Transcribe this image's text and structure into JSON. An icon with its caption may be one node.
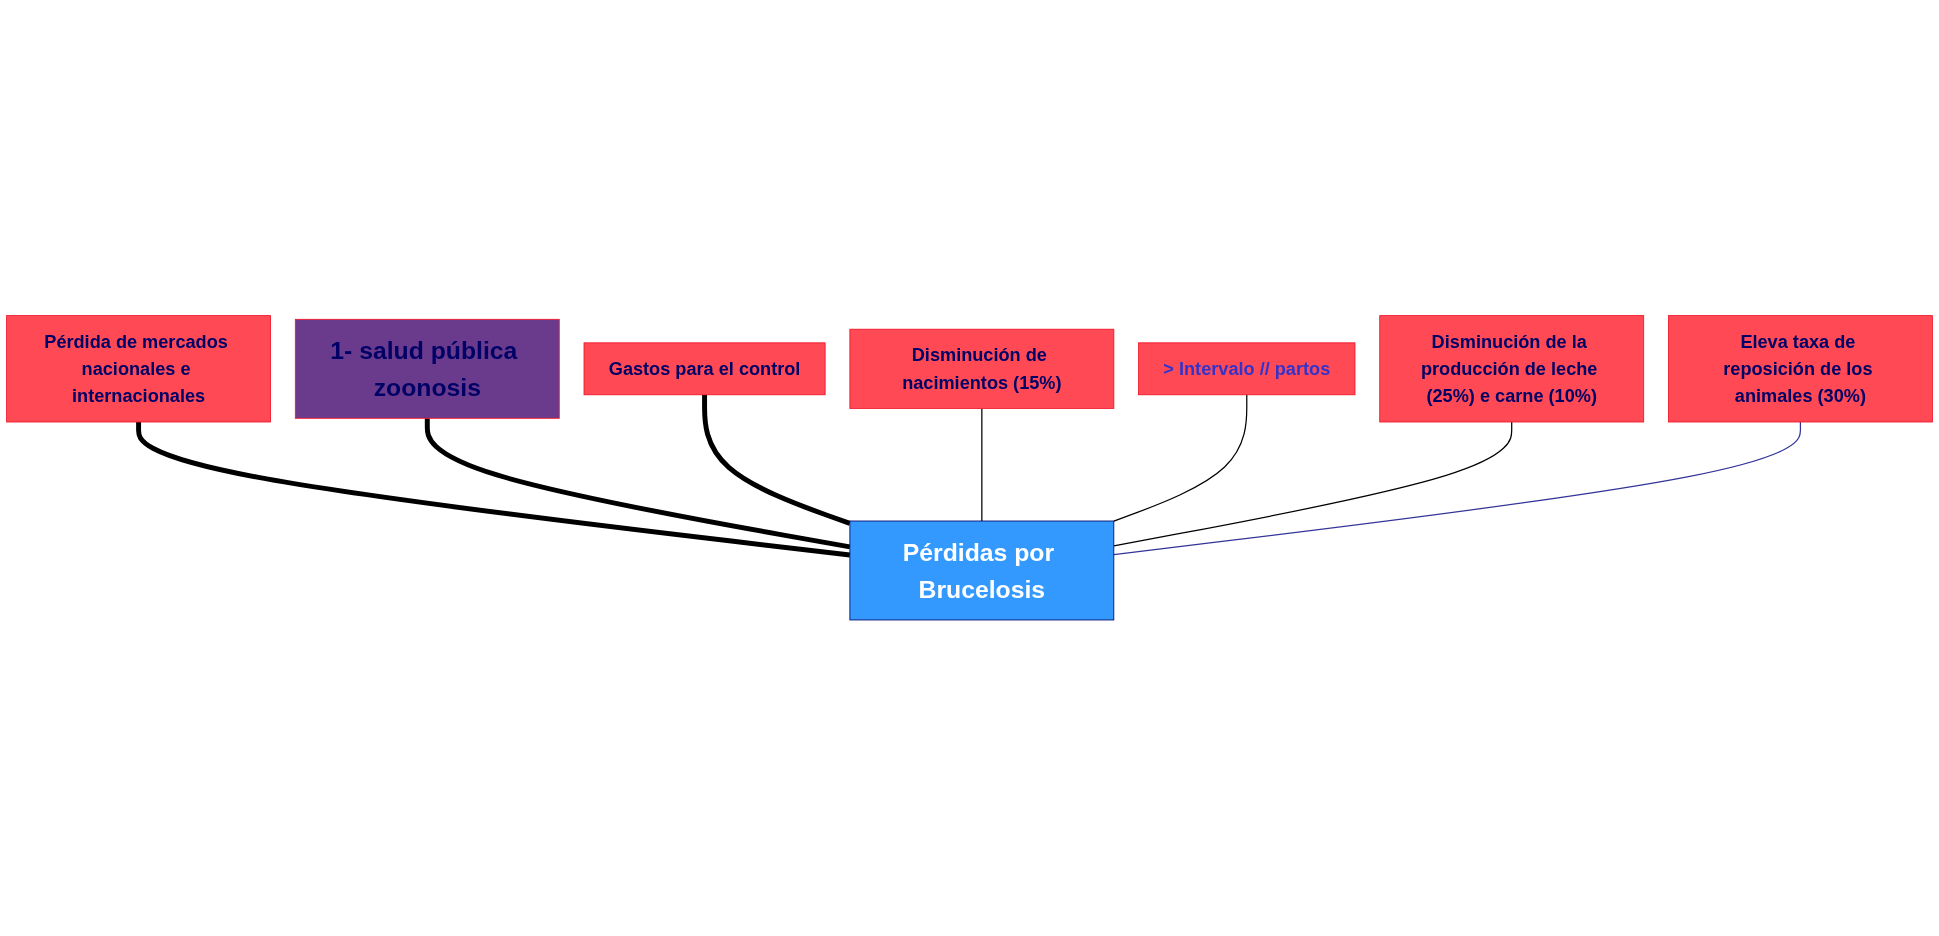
{
  "diagram": {
    "nodes": [
      {
        "text": [
          "Pérdida de mercados nacionales e internacionales"
        ]
      },
      {
        "text": [
          "1- salud pública zoonosis"
        ]
      },
      {
        "text": [
          "Gastos para el control"
        ]
      },
      {
        "text": [
          "Pérdidas por Brucelosis"
        ]
      },
      {
        "text": [
          "Disminución de nacimientos (15%)"
        ]
      },
      {
        "text": [
          "Disminución de la producción de leche (25%) e carne (10%)"
        ]
      },
      {
        "text": [
          "> Intervalo // partos"
        ]
      },
      {
        "text": [
          "Eleva taxa de reposición de los animales (30%)"
        ]
      }
    ],
    "edges": [
      {
        "from": 0,
        "to": 3,
        "arrow": "none",
        "style": "thick"
      },
      {
        "from": 1,
        "to": 3,
        "arrow": "none",
        "style": "thick"
      },
      {
        "from": 2,
        "to": 3,
        "arrow": "none",
        "style": "thick"
      },
      {
        "from": 4,
        "to": 3,
        "arrow": "none"
      },
      {
        "from": 6,
        "to": 3,
        "arrow": "none"
      },
      {
        "from": 5,
        "to": 3,
        "arrow": "none"
      },
      {
        "from": 7,
        "to": 3,
        "arrow": "none",
        "color": "#333399"
      }
    ]
  }
}
